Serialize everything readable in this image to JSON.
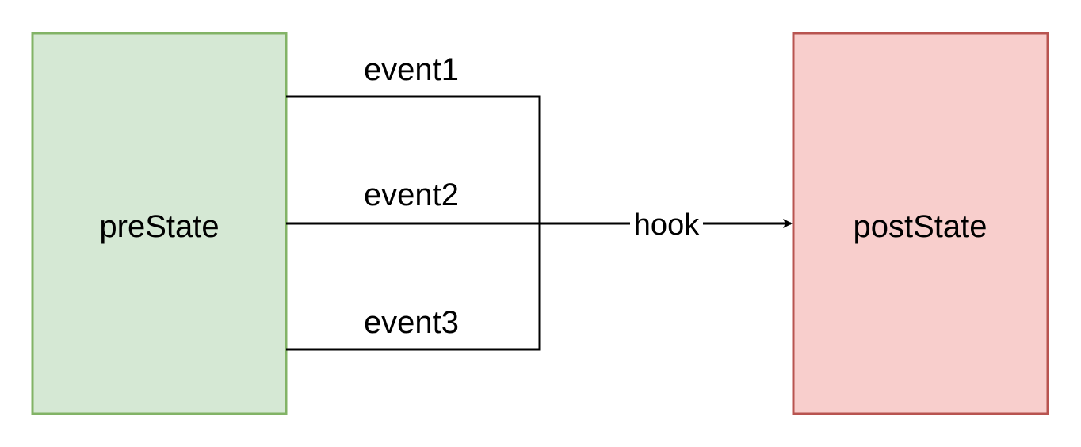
{
  "nodes": {
    "pre": {
      "label": "preState",
      "fill": "#d5e8d4",
      "stroke": "#82b366"
    },
    "post": {
      "label": "postState",
      "fill": "#f8cecc",
      "stroke": "#b85450"
    }
  },
  "edges": {
    "event1": {
      "label": "event1"
    },
    "event2": {
      "label": "event2"
    },
    "event3": {
      "label": "event3"
    },
    "hook": {
      "label": "hook"
    }
  },
  "colors": {
    "line": "#000000",
    "background": "#ffffff"
  }
}
